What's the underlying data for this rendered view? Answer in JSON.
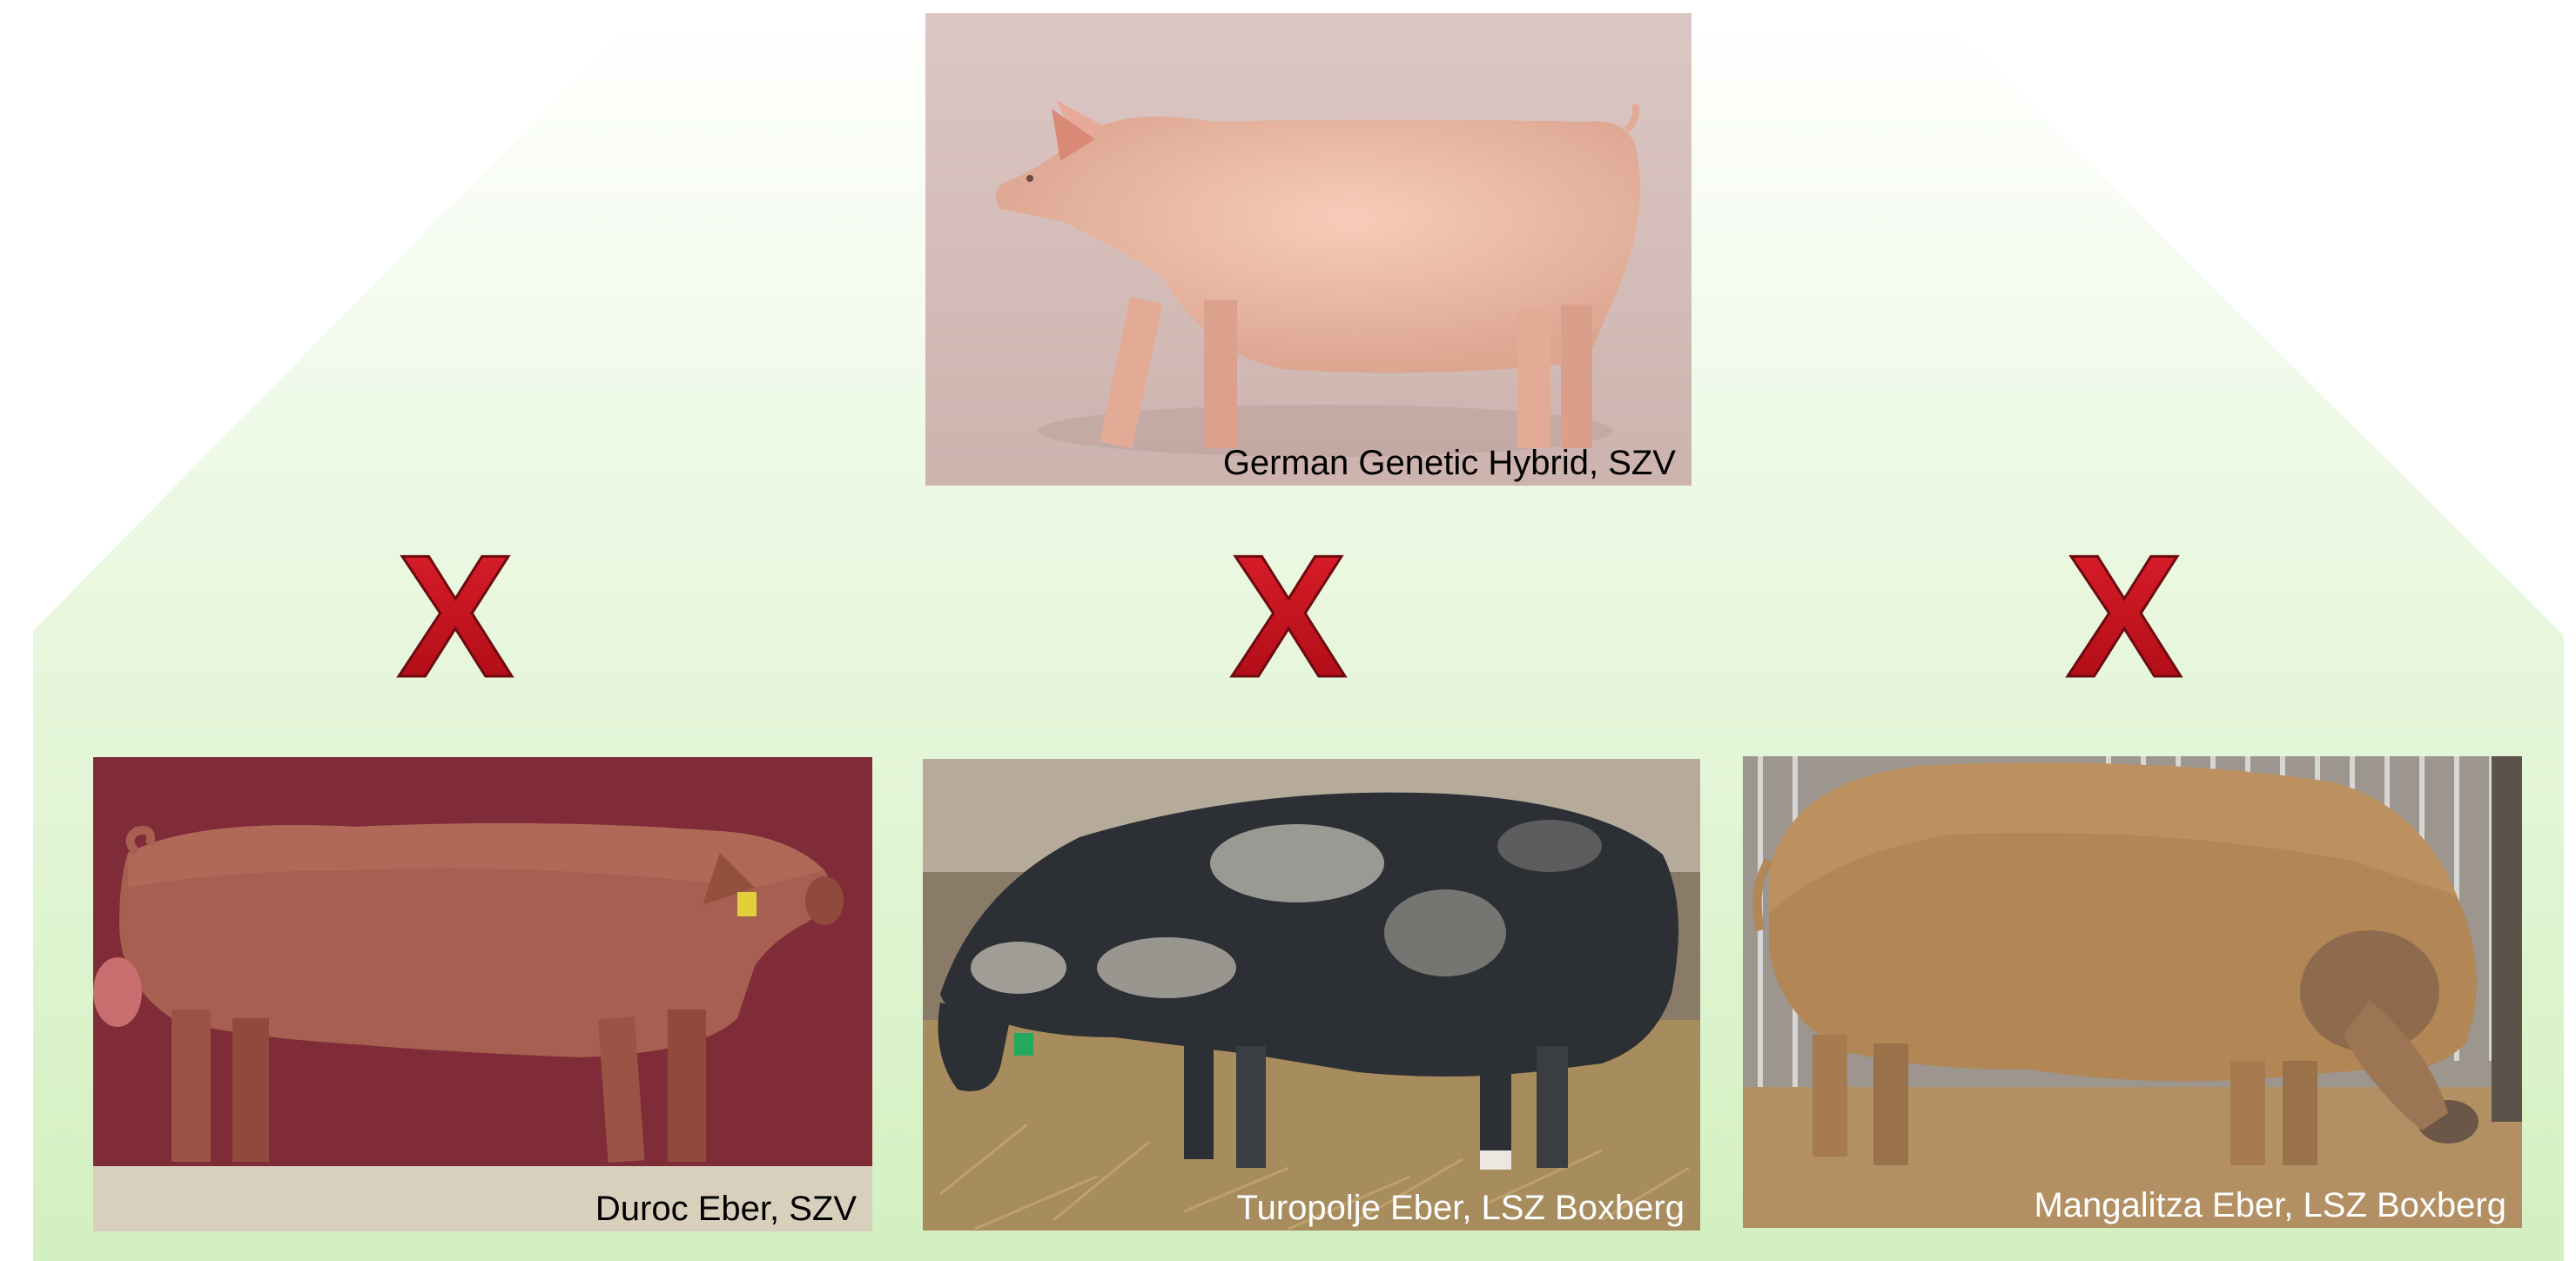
{
  "background": {
    "shape": "pentagon-house",
    "gradient_top": "#ffffff",
    "gradient_bottom": "#d6f2c4"
  },
  "top_photo": {
    "subject": "pig-photo",
    "caption": "German Genetic Hybrid, SZV",
    "caption_color": "#000000",
    "backdrop_color": "#d9c4c1",
    "animal_color": "#eab7a2"
  },
  "crosses": [
    {
      "symbol": "X",
      "color": "#c8101c"
    },
    {
      "symbol": "X",
      "color": "#c8101c"
    },
    {
      "symbol": "X",
      "color": "#c8101c"
    }
  ],
  "bottom_photos": [
    {
      "subject": "pig-photo",
      "caption": "Duroc Eber, SZV",
      "caption_color": "#000000",
      "backdrop_color": "#7d2a33",
      "animal_color": "#a8604f"
    },
    {
      "subject": "pig-photo",
      "caption": "Turopolje Eber, LSZ Boxberg",
      "caption_color": "#ffffff",
      "backdrop_color": "#8a7c6a",
      "animal_color": "#2c2f33"
    },
    {
      "subject": "pig-photo",
      "caption": "Mangalitza Eber, LSZ Boxberg",
      "caption_color": "#ffffff",
      "backdrop_color": "#9b9690",
      "animal_color": "#b38655"
    }
  ]
}
